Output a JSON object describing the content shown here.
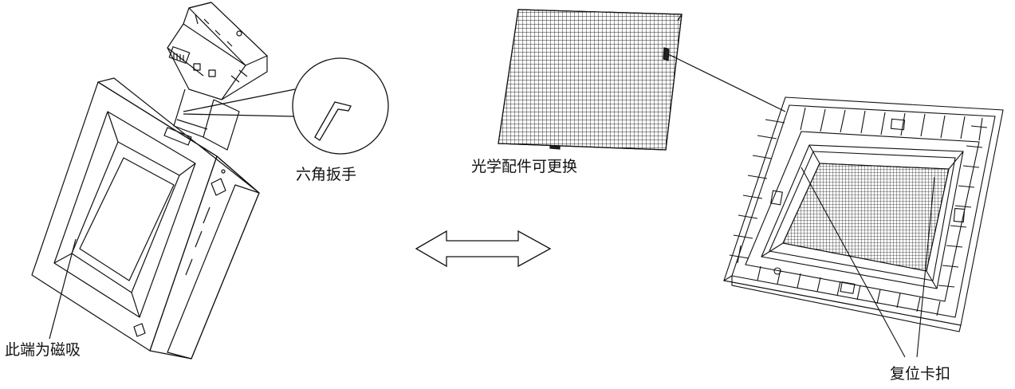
{
  "labels": {
    "hex_wrench": "六角扳手",
    "magnetic_end": "此端为磁吸",
    "optics_replaceable": "光学配件可更换",
    "reset_clip": "复位卡扣"
  },
  "colors": {
    "line": "#111111",
    "background": "#ffffff"
  },
  "icons": {
    "swap_arrow": "double-headed-arrow-icon",
    "wrench": "hex-key-icon"
  }
}
